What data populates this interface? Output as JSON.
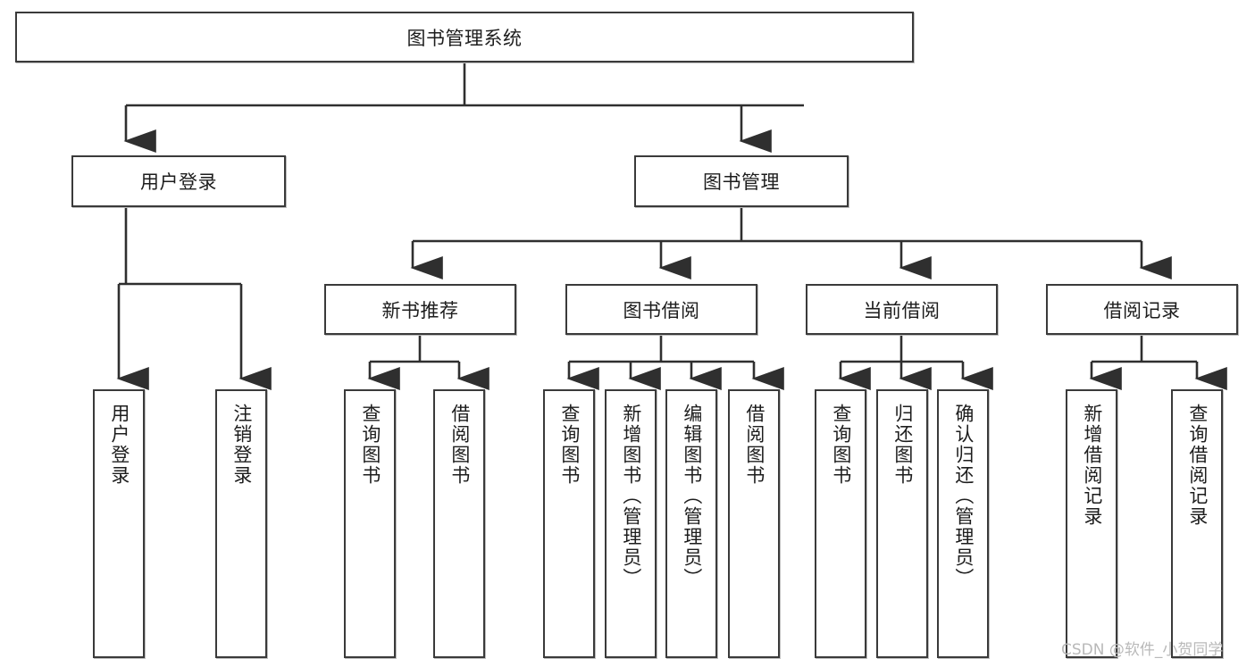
{
  "diagram": {
    "title": "图书管理系统",
    "type": "tree-hierarchy",
    "watermark": "CSDN @软件_小贺同学",
    "colors": {
      "background": "#ffffff",
      "box_border": "#3a3a3a",
      "box_fill": "#ffffff",
      "connector": "#2f2f2f",
      "text": "#1d1d1d",
      "watermark": "#b9b9b9"
    },
    "nodes": {
      "root": {
        "label": "图书管理系统"
      },
      "level2": [
        {
          "label": "用户登录"
        },
        {
          "label": "图书管理"
        }
      ],
      "level3": [
        {
          "label": "新书推荐"
        },
        {
          "label": "图书借阅"
        },
        {
          "label": "当前借阅"
        },
        {
          "label": "借阅记录"
        }
      ],
      "leaves": {
        "user_login": [
          {
            "label": "用户登录"
          },
          {
            "label": "注销登录"
          }
        ],
        "new_book": [
          {
            "label": "查询图书"
          },
          {
            "label": "借阅图书"
          }
        ],
        "book_borrow": [
          {
            "label": "查询图书"
          },
          {
            "label": "新增图书（管理员）"
          },
          {
            "label": "编辑图书（管理员）"
          },
          {
            "label": "借阅图书"
          }
        ],
        "current_borrow": [
          {
            "label": "查询图书"
          },
          {
            "label": "归还图书"
          },
          {
            "label": "确认归还（管理员）"
          }
        ],
        "borrow_record": [
          {
            "label": "新增借阅记录"
          },
          {
            "label": "查询借阅记录"
          }
        ]
      }
    }
  }
}
